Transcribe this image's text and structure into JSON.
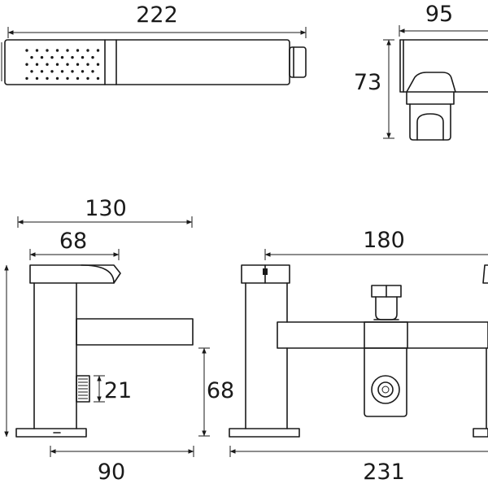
{
  "diagram": {
    "line_color": "#1a1a1a",
    "background": "#ffffff",
    "dimensions": {
      "handset_length": "222",
      "holder_depth": "95",
      "holder_height": "73",
      "side_overall_width": "130",
      "side_handle_width": "68",
      "side_thread_height": "21",
      "side_spout_height": "68",
      "side_base_depth": "90",
      "front_centres": "180",
      "front_overall_width": "231"
    }
  }
}
